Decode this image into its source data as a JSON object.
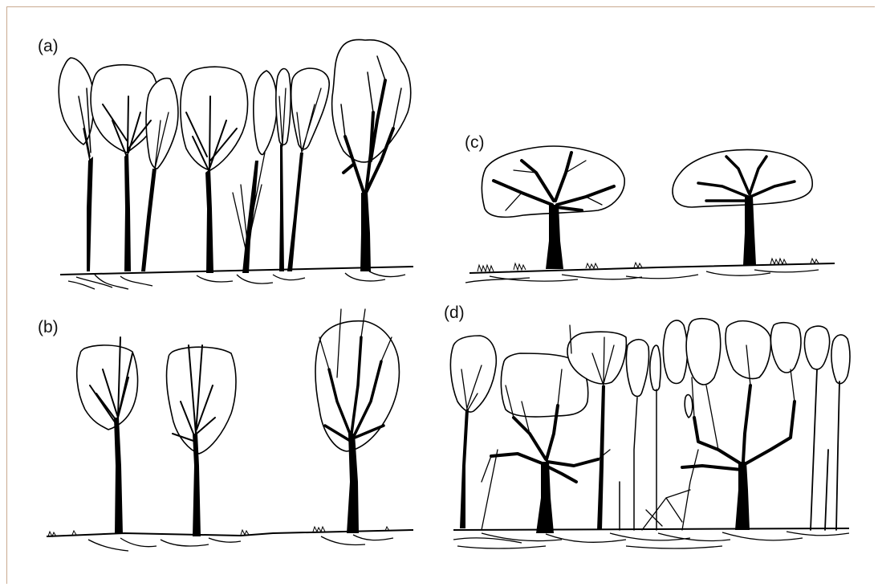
{
  "panels": {
    "a": {
      "label": "(a)"
    },
    "b": {
      "label": "(b)"
    },
    "c": {
      "label": "(c)"
    },
    "d": {
      "label": "(d)"
    }
  },
  "colors": {
    "ink": "#000000",
    "frame": "#c9a98f",
    "background": "#ffffff"
  }
}
